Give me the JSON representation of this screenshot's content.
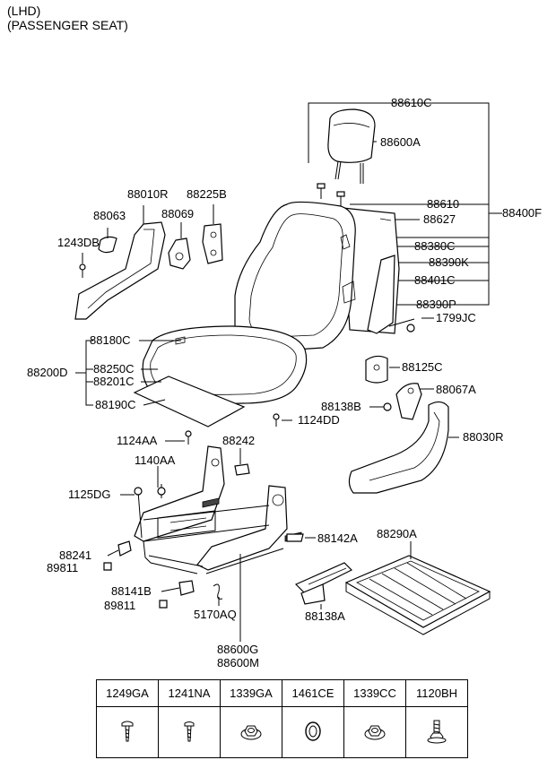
{
  "header": {
    "line1": "(LHD)",
    "line2": "(PASSENGER SEAT)"
  },
  "labels": {
    "p88610C": "88610C",
    "p88600A": "88600A",
    "p88610": "88610",
    "p88627": "88627",
    "p88400F": "88400F",
    "p88380C": "88380C",
    "p88390K": "88390K",
    "p88401C": "88401C",
    "p88390P": "88390P",
    "p1799JC": "1799JC",
    "p88010R": "88010R",
    "p88225B": "88225B",
    "p88063": "88063",
    "p88069": "88069",
    "p1243DB": "1243DB",
    "p88180C": "88180C",
    "p88200D": "88200D",
    "p88250C": "88250C",
    "p88201C": "88201C",
    "p88190C": "88190C",
    "p88125C": "88125C",
    "p88067A": "88067A",
    "p88138B": "88138B",
    "p1124DD": "1124DD",
    "p88030R": "88030R",
    "p1124AA": "1124AA",
    "p88242": "88242",
    "p1140AA": "1140AA",
    "p1125DG": "1125DG",
    "p88142A": "88142A",
    "p88290A": "88290A",
    "p88241": "88241",
    "p89811a": "89811",
    "p88141B": "88141B",
    "p89811b": "89811",
    "p5170AQ": "5170AQ",
    "p88138A": "88138A",
    "p88600G": "88600G",
    "p88600M": "88600M"
  },
  "fasteners": [
    {
      "code": "1249GA",
      "icon": "screw-icon"
    },
    {
      "code": "1241NA",
      "icon": "screw-icon"
    },
    {
      "code": "1339GA",
      "icon": "flange-nut-icon"
    },
    {
      "code": "1461CE",
      "icon": "washer-icon"
    },
    {
      "code": "1339CC",
      "icon": "flange-nut-icon"
    },
    {
      "code": "1120BH",
      "icon": "bolt-icon"
    }
  ]
}
